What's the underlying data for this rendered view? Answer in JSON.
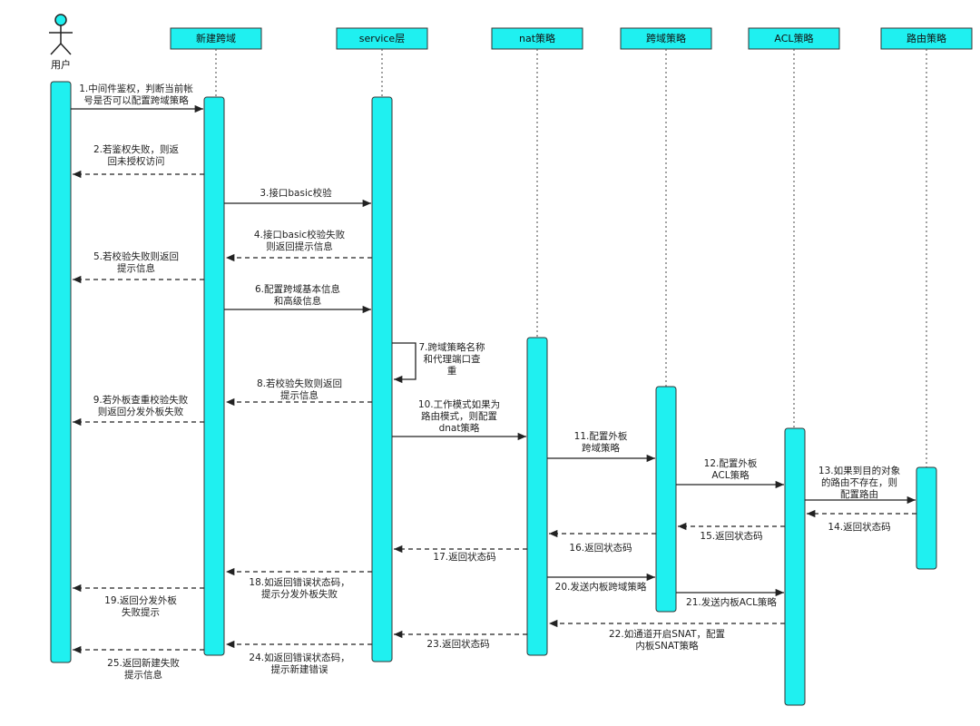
{
  "actor": {
    "label": "用户"
  },
  "participants": [
    {
      "id": "new",
      "label": "新建跨域"
    },
    {
      "id": "svc",
      "label": "service层"
    },
    {
      "id": "nat",
      "label": "nat策略"
    },
    {
      "id": "cross",
      "label": "跨域策略"
    },
    {
      "id": "acl",
      "label": "ACL策略"
    },
    {
      "id": "route",
      "label": "路由策略"
    }
  ],
  "messages": [
    {
      "from": "user",
      "to": "new",
      "style": "solid",
      "lines": [
        "1.中间件鉴权，判断当前帐",
        "号是否可以配置跨域策略"
      ]
    },
    {
      "from": "new",
      "to": "user",
      "style": "dashed",
      "lines": [
        "2.若鉴权失败，则返",
        "回未授权访问"
      ]
    },
    {
      "from": "new",
      "to": "svc",
      "style": "solid",
      "lines": [
        "3.接口basic校验"
      ]
    },
    {
      "from": "svc",
      "to": "new",
      "style": "dashed",
      "lines": [
        "4.接口basic校验失败",
        "则返回提示信息"
      ]
    },
    {
      "from": "new",
      "to": "user",
      "style": "dashed",
      "lines": [
        "5.若校验失败则返回",
        "提示信息"
      ]
    },
    {
      "from": "new",
      "to": "svc",
      "style": "solid",
      "lines": [
        "6.配置跨域基本信息",
        "和高级信息"
      ]
    },
    {
      "from": "svc",
      "to": "svc",
      "style": "self",
      "lines": [
        "7.跨域策略名称",
        "和代理端口查",
        "重"
      ]
    },
    {
      "from": "svc",
      "to": "new",
      "style": "dashed",
      "lines": [
        "8.若校验失败则返回",
        "提示信息"
      ]
    },
    {
      "from": "new",
      "to": "user",
      "style": "dashed",
      "lines": [
        "9.若外板查重校验失败",
        "则返回分发外板失败"
      ]
    },
    {
      "from": "svc",
      "to": "nat",
      "style": "solid",
      "lines": [
        "10.工作模式如果为",
        "路由模式，则配置",
        "dnat策略"
      ]
    },
    {
      "from": "nat",
      "to": "cross",
      "style": "solid",
      "lines": [
        "11.配置外板",
        "跨域策略"
      ]
    },
    {
      "from": "cross",
      "to": "acl",
      "style": "solid",
      "lines": [
        "12.配置外板",
        "ACL策略"
      ]
    },
    {
      "from": "acl",
      "to": "route",
      "style": "solid",
      "lines": [
        "13.如果到目的对象",
        "的路由不存在，则",
        "配置路由"
      ]
    },
    {
      "from": "route",
      "to": "acl",
      "style": "dashed",
      "lines": [
        "14.返回状态码"
      ]
    },
    {
      "from": "acl",
      "to": "cross",
      "style": "dashed",
      "lines": [
        "15.返回状态码"
      ]
    },
    {
      "from": "cross",
      "to": "nat",
      "style": "dashed",
      "lines": [
        "16.返回状态码"
      ]
    },
    {
      "from": "nat",
      "to": "svc",
      "style": "dashed",
      "lines": [
        "17.返回状态码"
      ]
    },
    {
      "from": "svc",
      "to": "new",
      "style": "dashed",
      "lines": [
        "18.如返回错误状态码，",
        "提示分发外板失败"
      ]
    },
    {
      "from": "new",
      "to": "user",
      "style": "dashed",
      "lines": [
        "19.返回分发外板",
        "失败提示"
      ]
    },
    {
      "from": "nat",
      "to": "cross",
      "style": "solid",
      "lines": [
        "20.发送内板跨域策略"
      ]
    },
    {
      "from": "cross",
      "to": "acl",
      "style": "solid",
      "lines": [
        "21.发送内板ACL策略"
      ]
    },
    {
      "from": "acl",
      "to": "nat",
      "style": "dashed",
      "lines": [
        "22.如通道开启SNAT，配置",
        "内板SNAT策略"
      ]
    },
    {
      "from": "nat",
      "to": "svc",
      "style": "dashed",
      "lines": [
        "23.返回状态码"
      ]
    },
    {
      "from": "svc",
      "to": "new",
      "style": "dashed",
      "lines": [
        "24.如返回错误状态码，",
        "提示新建错误"
      ]
    },
    {
      "from": "new",
      "to": "user",
      "style": "dashed",
      "lines": [
        "25.返回新建失败",
        "提示信息"
      ]
    }
  ],
  "colors": {
    "activation": "#1ff0f0",
    "line": "#222222"
  }
}
